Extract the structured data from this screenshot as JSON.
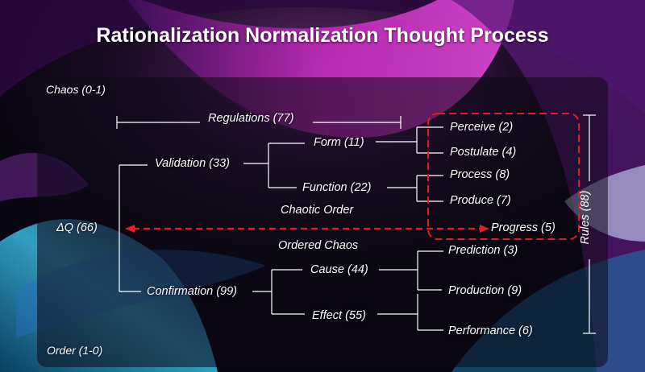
{
  "title": "Rationalization Normalization Thought Process",
  "corners": {
    "top_left": "Chaos (0-1)",
    "bottom_left": "Order (1-0)"
  },
  "nodes": {
    "regulations": "Regulations (77)",
    "validation": "Validation (33)",
    "form": "Form (11)",
    "function": "Function (22)",
    "perceive": "Perceive (2)",
    "postulate": "Postulate (4)",
    "process": "Process (8)",
    "produce": "Produce (7)",
    "chaotic_order": "Chaotic Order",
    "delta_q": "ΔQ (66)",
    "progress": "Progress (5)",
    "ordered_chaos": "Ordered Chaos",
    "rules": "Rules (88)",
    "confirmation": "Confirmation (99)",
    "cause": "Cause (44)",
    "effect": "Effect (55)",
    "prediction": "Prediction (3)",
    "production": "Production (9)",
    "performance": "Performance (6)"
  },
  "colors": {
    "line": "#ffffff",
    "highlight": "#e02020",
    "text": "#ffffff"
  }
}
